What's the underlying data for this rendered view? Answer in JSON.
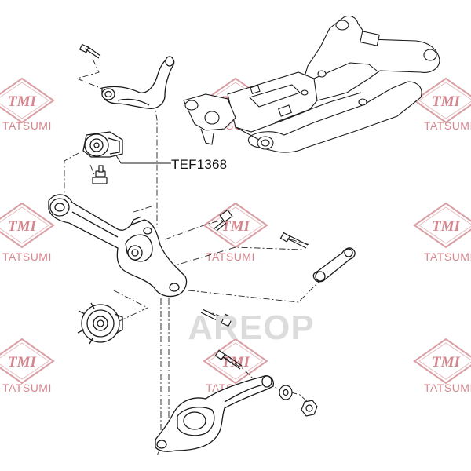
{
  "watermark": {
    "logo_text": "TMI",
    "brand_text": "TATSUMI",
    "site_text": "AREOP",
    "color": "#c0404a"
  },
  "callout": {
    "part_number": "TEF1368"
  },
  "parts": [
    "upper-control-arm",
    "rear-subframe",
    "bushing",
    "trailing-arm-knuckle",
    "wheel-hub",
    "lateral-link",
    "lower-control-arm",
    "bolt",
    "washer",
    "nut"
  ]
}
